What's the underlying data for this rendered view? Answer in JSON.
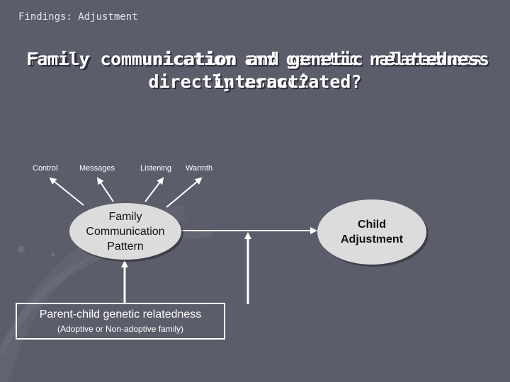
{
  "header": {
    "text": "Findings: Adjustment"
  },
  "title": {
    "layer_a": {
      "line1": "Family communication and genetic relatedness",
      "line2": "directly associated?"
    },
    "layer_b": {
      "line1": "Family communication and genetic relatedness",
      "line2": "interact?"
    }
  },
  "diagram": {
    "indicators": [
      "Control",
      "Messages",
      "Listening",
      "Warmth"
    ],
    "family_node": "Family\nCommunication\nPattern",
    "child_node": "Child\nAdjustment",
    "genetic_box": {
      "title": "Parent-child genetic relatedness",
      "subtitle": "(Adoptive or Non-adoptive family)"
    }
  },
  "colors": {
    "background": "#5c5d6b",
    "node_fill": "#dcdcdc",
    "line": "#ffffff"
  }
}
